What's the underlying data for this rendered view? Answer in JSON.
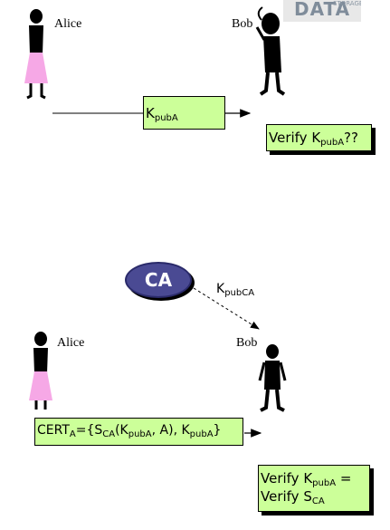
{
  "logo": {
    "text": "DATA",
    "subtext": "STORAGE"
  },
  "top": {
    "alice_label": "Alice",
    "bob_label": "Bob",
    "message": {
      "k": "K",
      "sub": "pubA"
    },
    "verify": {
      "prefix": "Verify K",
      "sub": "pubA",
      "suffix": "??"
    }
  },
  "bottom": {
    "ca_label": "CA",
    "ca_key": {
      "k": "K",
      "sub": "pubCA"
    },
    "alice_label": "Alice",
    "bob_label": "Bob",
    "cert": {
      "p1": "CERT",
      "s1": "A",
      "p2": "={S",
      "s2": "CA",
      "p3": "(K",
      "s3": "pubA",
      "p4": ", A), K",
      "s4": "pubA",
      "p5": "}"
    },
    "verify": {
      "line1_prefix": "Verify K",
      "line1_sub": "pubA",
      "line1_suffix": " =",
      "line2_prefix": "Verify S",
      "line2_sub": "CA"
    }
  },
  "colors": {
    "box_fill": "#ccff99",
    "ca_fill": "#4a4a93",
    "alice_dress": "#f6a8e6"
  }
}
